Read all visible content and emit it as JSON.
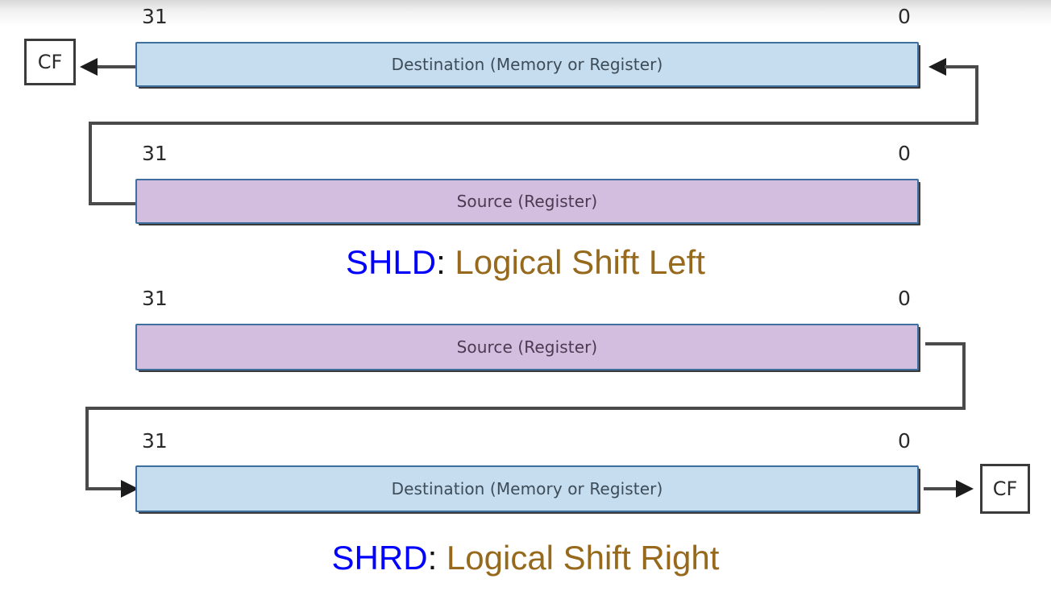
{
  "diagram": {
    "title_top": {
      "mnemonic": "SHLD",
      "separator": ":",
      "phrase": "Logical Shift Left"
    },
    "title_bottom": {
      "mnemonic": "SHRD",
      "separator": ":",
      "phrase": "Logical Shift Right"
    },
    "labels": {
      "destination": "Destination (Memory or Register)",
      "source": "Source (Register)",
      "carry_flag": "CF",
      "bit_high": "31",
      "bit_low": "0"
    },
    "colors": {
      "destination_fill": "#c6dcef",
      "source_fill": "#d4bedf",
      "bar_border": "#3f6f9f",
      "mnemonic": "#0000ff",
      "phrase": "#96691c",
      "connector": "#4a4a4a",
      "arrowhead": "#1c1c1c"
    },
    "top_section": {
      "dest_bar_label": "Destination (Memory or Register)",
      "src_bar_label": "Source (Register)",
      "dest_bit_high": "31",
      "dest_bit_low": "0",
      "src_bit_high": "31",
      "src_bit_low": "0",
      "cf_label": "CF"
    },
    "bottom_section": {
      "src_bar_label": "Source (Register)",
      "dest_bar_label": "Destination (Memory or Register)",
      "src_bit_high": "31",
      "src_bit_low": "0",
      "dest_bit_high": "31",
      "dest_bit_low": "0",
      "cf_label": "CF"
    }
  }
}
